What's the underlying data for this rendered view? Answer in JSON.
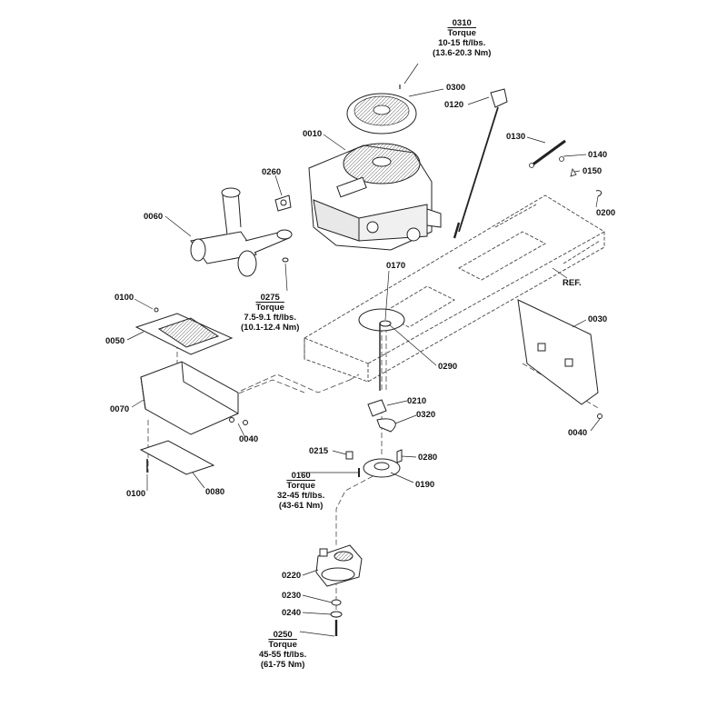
{
  "parts": {
    "p0310": {
      "num": "0310",
      "torque": "Torque",
      "line1": "10-15 ft/lbs.",
      "line2": "(13.6-20.3 Nm)"
    },
    "p0300": "0300",
    "p0120": "0120",
    "p0010": "0010",
    "p0130": "0130",
    "p0140": "0140",
    "p0150": "0150",
    "p0260": "0260",
    "p0200": "0200",
    "p0060": "0060",
    "p0170": "0170",
    "ref": "REF.",
    "p0275": {
      "num": "0275",
      "torque": "Torque",
      "line1": "7.5-9.1 ft/lbs.",
      "line2": "(10.1-12.4 Nm)"
    },
    "p0100a": "0100",
    "p0030": "0030",
    "p0050": "0050",
    "p0290": "0290",
    "p0070": "0070",
    "p0210": "0210",
    "p0320": "0320",
    "p0040a": "0040",
    "p0040b": "0040",
    "p0215": "0215",
    "p0280": "0280",
    "p0100b": "0100",
    "p0080": "0080",
    "p0160": {
      "num": "0160",
      "torque": "Torque",
      "line1": "32-45 ft/lbs.",
      "line2": "(43-61 Nm)"
    },
    "p0190": "0190",
    "p0220": "0220",
    "p0230": "0230",
    "p0240": "0240",
    "p0250": {
      "num": "0250",
      "torque": "Torque",
      "line1": "45-55 ft/lbs.",
      "line2": "(61-75 Nm)"
    }
  }
}
